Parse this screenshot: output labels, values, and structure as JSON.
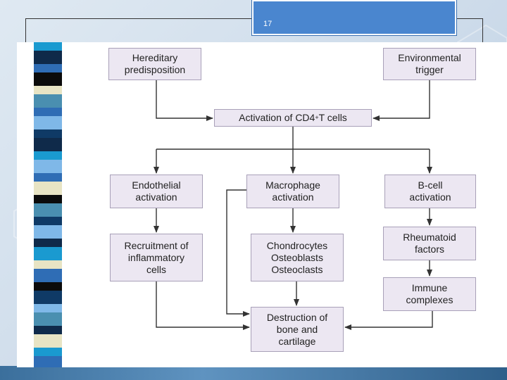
{
  "slide": {
    "number": "17"
  },
  "diagram": {
    "hereditary": "Hereditary\npredisposition",
    "environmental": "Environmental\ntrigger",
    "activation_prefix": "Activation of CD4",
    "activation_sup": "+",
    "activation_suffix": " T cells",
    "endothelial": "Endothelial\nactivation",
    "macrophage": "Macrophage\nactivation",
    "bcell": "B-cell\nactivation",
    "recruitment": "Recruitment of\ninflammatory\ncells",
    "chondrocytes": "Chondrocytes\nOsteoblasts\nOsteoclasts",
    "rheumatoid": "Rheumatoid\nfactors",
    "immune": "Immune\ncomplexes",
    "destruction": "Destruction of\nbone and\ncartilage"
  },
  "colors": {
    "node_fill": "#ece7f2",
    "node_border": "#a8a0b8",
    "arrow": "#333333",
    "header_blue": "#4a86cf",
    "stripe_palette": [
      "#0f2a4a",
      "#2f6db5",
      "#7fb8e8",
      "#e8e4c4",
      "#0b0b0b",
      "#1a9ad0",
      "#4a8fb0",
      "#0f3a66"
    ]
  }
}
